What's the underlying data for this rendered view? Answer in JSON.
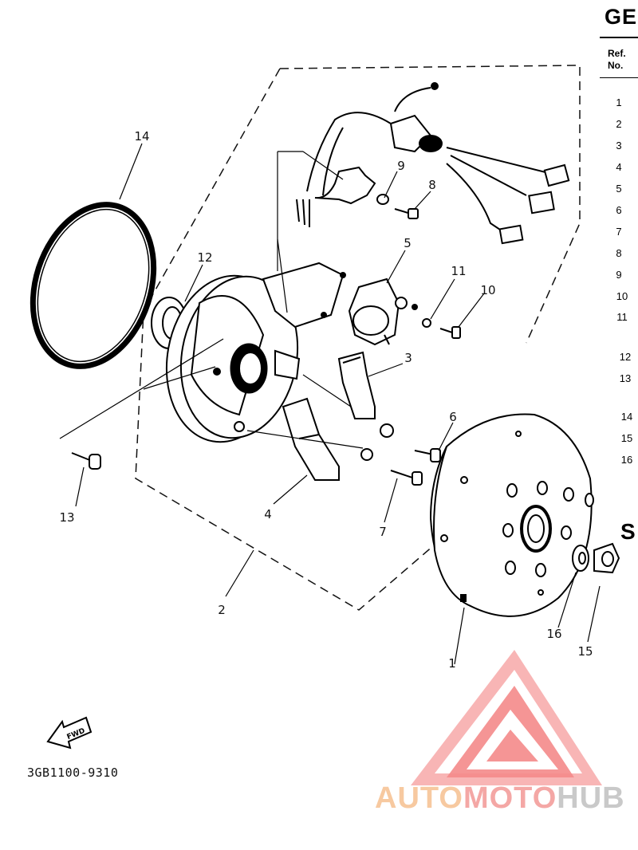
{
  "side_panel": {
    "title": "GE",
    "ref_label": "Ref.",
    "no_label": "No.",
    "ref_numbers": [
      "1",
      "2",
      "3",
      "4",
      "5",
      "6",
      "7",
      "8",
      "9",
      "10",
      "11",
      "12",
      "13",
      "14",
      "15",
      "16"
    ],
    "section_letter": "S"
  },
  "callouts": {
    "c1": "1",
    "c2": "2",
    "c3": "3",
    "c4": "4",
    "c5": "5",
    "c6": "6",
    "c7": "7",
    "c8": "8",
    "c9": "9",
    "c10": "10",
    "c11": "11",
    "c12": "12",
    "c13": "13",
    "c14": "14",
    "c15": "15",
    "c16": "16"
  },
  "fwd_label": "FWD",
  "diagram_code": "3GB1100-9310",
  "watermark": {
    "part1": "AUTO",
    "part2": "MOTO",
    "part3": "HUB",
    "colors": {
      "auto": "#f7c9a0",
      "moto": "#f4a7a5",
      "hub": "#c9c9c9",
      "logo": "#f06b6b"
    }
  }
}
